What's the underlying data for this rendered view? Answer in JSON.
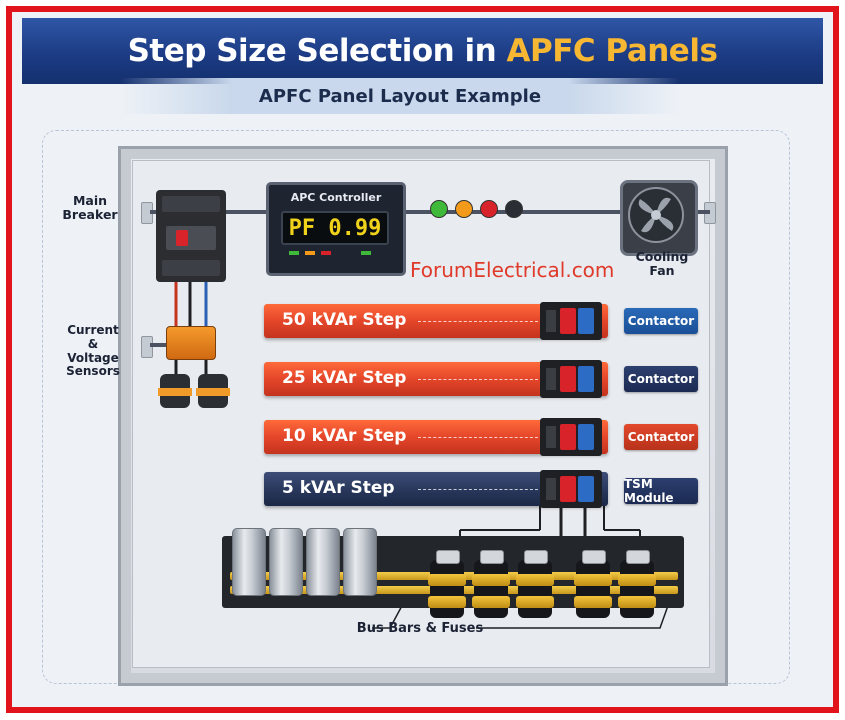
{
  "title": {
    "prefix": "Step Size Selection in ",
    "highlight": "APFC Panels"
  },
  "subtitle": "APFC Panel Layout Example",
  "labels": {
    "main_breaker": [
      "Main",
      "Breaker"
    ],
    "sensors": [
      "Current",
      "&",
      "Voltage",
      "Sensors"
    ],
    "cooling_fan": "Cooling Fan",
    "bus_bars": "Bus Bars & Fuses"
  },
  "controller": {
    "title": "APC Controller",
    "display": "PF 0.99"
  },
  "indicator_colors": [
    "#3fb93a",
    "#f39a1b",
    "#d8222a",
    "#2a2d33"
  ],
  "watermark": "ForumElectrical.com",
  "steps": [
    {
      "label": "50 kVAr Step",
      "style": "orange",
      "device": "Contactor",
      "device_style": "blue"
    },
    {
      "label": "25 kVAr Step",
      "style": "orange",
      "device": "Contactor",
      "device_style": "navy"
    },
    {
      "label": "10 kVAr Step",
      "style": "orange",
      "device": "Contactor",
      "device_style": "red"
    },
    {
      "label": "5 kVAr Step",
      "style": "navy",
      "device": "TSM Module",
      "device_style": "navy"
    }
  ],
  "colors": {
    "accent": "#f7b733",
    "frame": "#e2141b",
    "banner": "#1b3a82"
  }
}
